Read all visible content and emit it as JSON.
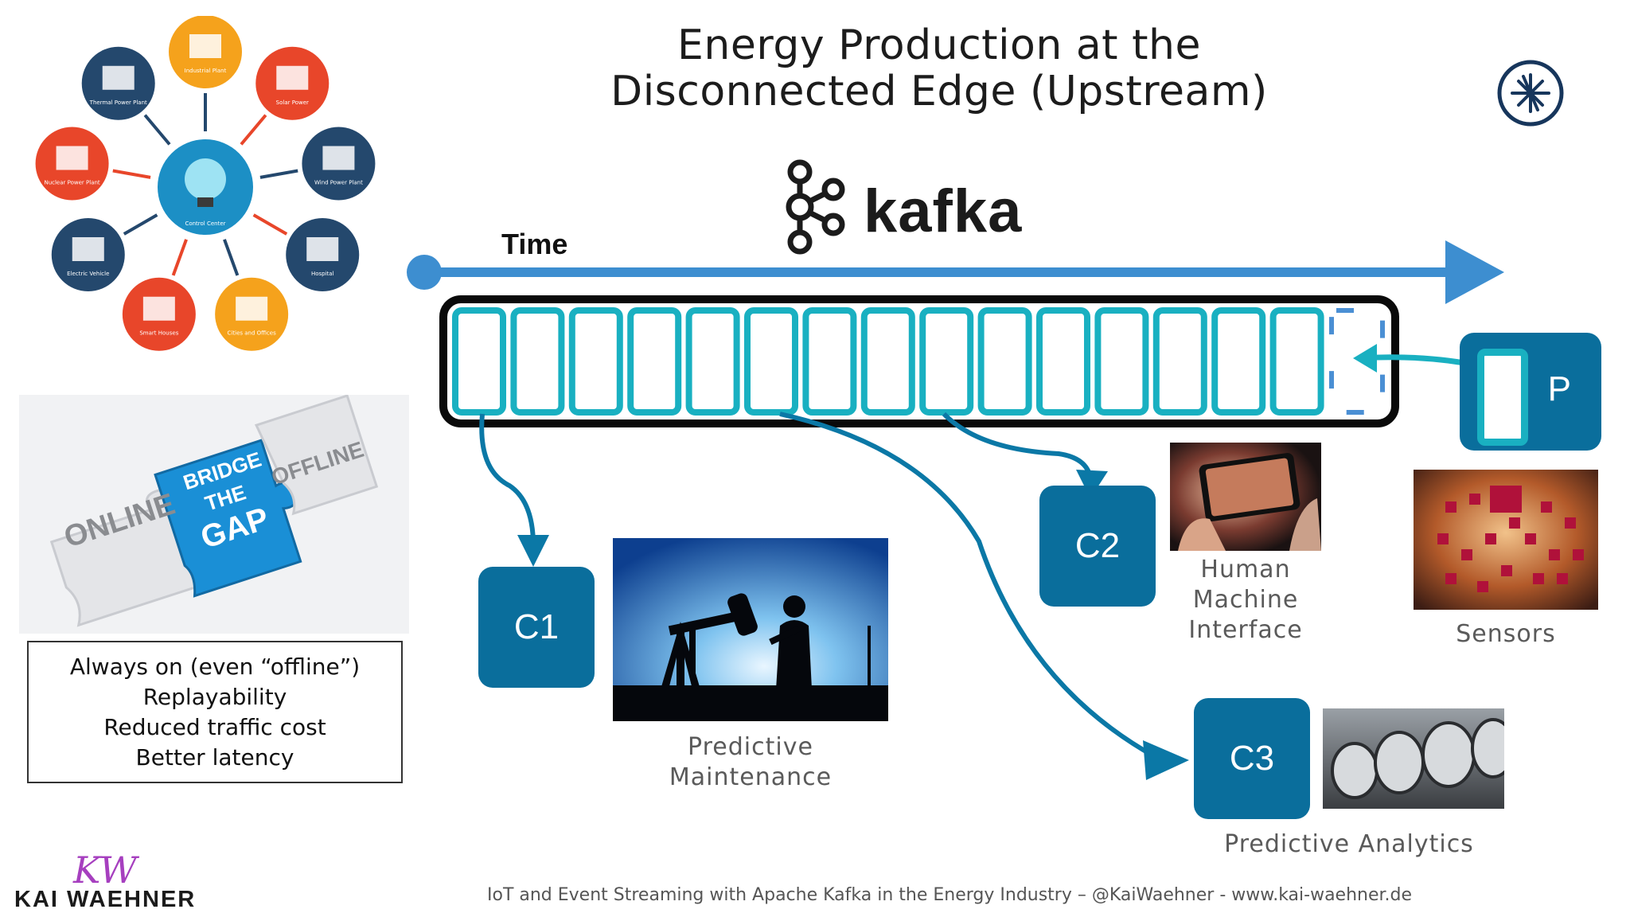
{
  "title": {
    "line1": "Energy Production at the",
    "line2": "Disconnected Edge (Upstream)"
  },
  "logo": {
    "icon": "confluent-star-icon"
  },
  "kafka": {
    "word": "kafka",
    "icon": "kafka-logo-icon"
  },
  "timeline": {
    "label": "Time",
    "segments": 15
  },
  "producer": {
    "label": "P"
  },
  "consumers": [
    {
      "id": "c1",
      "label": "C1",
      "caption": [
        "Predictive",
        "Maintenance"
      ]
    },
    {
      "id": "c2",
      "label": "C2",
      "caption": [
        "Human",
        "Machine",
        "Interface"
      ]
    },
    {
      "id": "c3",
      "label": "C3",
      "caption": [
        "Predictive Analytics"
      ]
    }
  ],
  "sensors": {
    "caption": "Sensors"
  },
  "energy_network": {
    "center": "Control Center",
    "nodes": [
      "Industrial Plant",
      "Solar Power",
      "Wind Power Plant",
      "Hospital",
      "Cities and Offices",
      "Smart Houses",
      "Electric Vehicle",
      "Nuclear Power Plant",
      "Thermal Power Plant"
    ]
  },
  "puzzle": {
    "left": "ONLINE",
    "middle": [
      "BRIDGE",
      "THE",
      "GAP"
    ],
    "right": "OFFLINE"
  },
  "benefits": [
    "Always on (even “offline”)",
    "Replayability",
    "Reduced traffic cost",
    "Better latency"
  ],
  "footer": "IoT and Event Streaming with Apache Kafka in the Energy Industry – @KaiWaehner - www.kai-waehner.de",
  "brand": {
    "name": "KAI WAEHNER",
    "mark": "KW"
  },
  "colors": {
    "accent": "#0a6e9c",
    "teal": "#19b0c1",
    "timeline": "#3d8ed0",
    "arrow": "#0b78a6"
  }
}
